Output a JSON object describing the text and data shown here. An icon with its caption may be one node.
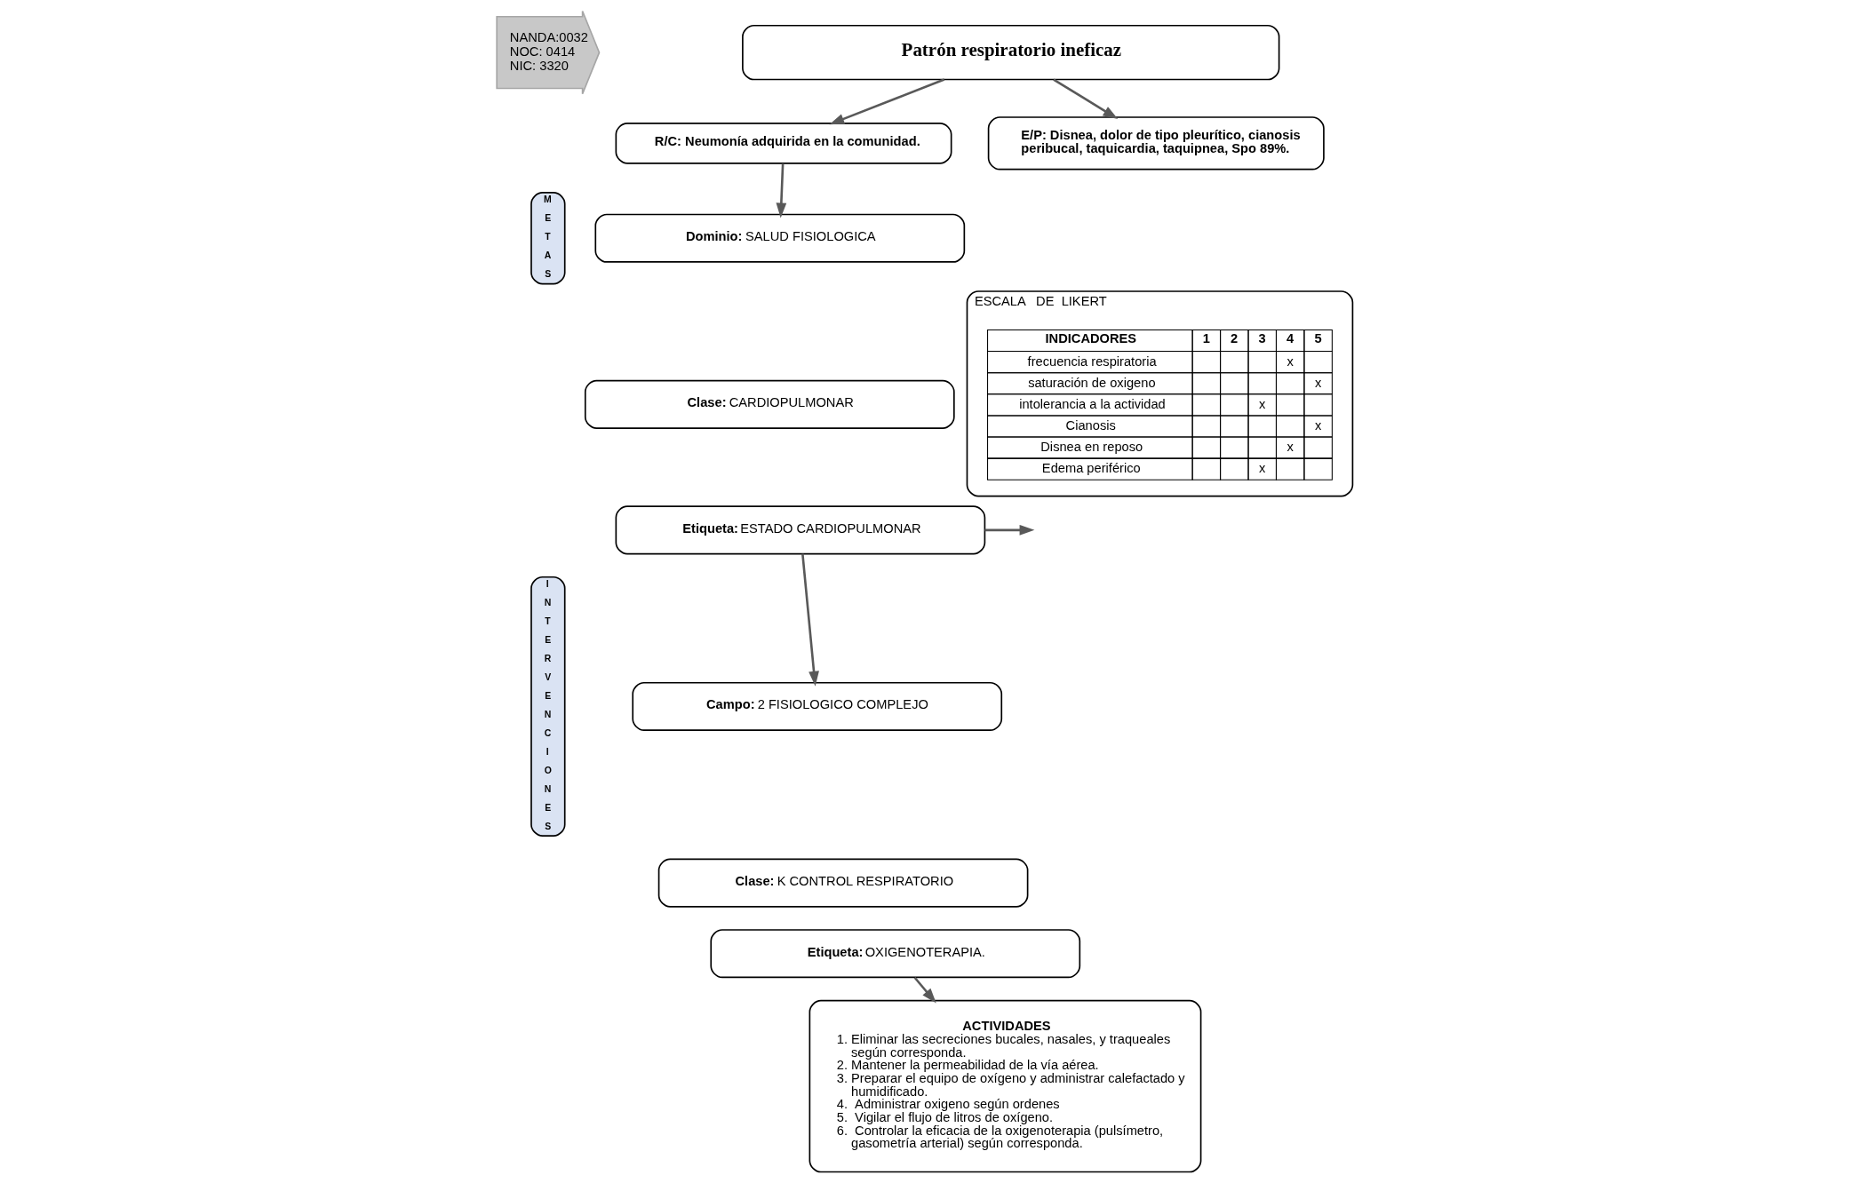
{
  "diagram": {
    "nodes": [
      {
        "text": [
          "NANDA:0032",
          "NOC: 0414",
          "NIC: 3320"
        ]
      },
      {
        "text": [
          "Patrón respiratorio ineficaz"
        ]
      },
      {
        "text": [
          "M E T A S"
        ]
      },
      {
        "text": [
          "R/C: Neumonía adquirida en la comunidad."
        ]
      },
      {
        "text": [
          "E/P: Disnea, dolor de tipo pleurítico, cianosis peribucal, taquicardia, taquipnea, Spo 89%."
        ]
      },
      {
        "text": [
          "ESCALA   DE  LIKERT"
        ]
      },
      {
        "text": [
          "**Dominio:** SALUD FISIOLOGICA"
        ]
      },
      {
        "text": [
          "**Clase:** CARDIOPULMONAR"
        ]
      },
      {
        "text": [
          "**Etiqueta:** ESTADO CARDIOPULMONAR"
        ]
      },
      {
        "text": [
          "I N T E R V E N C I O N E S"
        ]
      },
      {
        "text": [
          "**Campo:** 2 FISIOLOGICO COMPLEJO"
        ]
      },
      {
        "text": [
          "**Clase:** K CONTROL RESPIRATORIO"
        ]
      },
      {
        "text": [
          "**Etiqueta:** OXIGENOTERAPIA."
        ]
      },
      {
        "text": [
          "ACTIVIDADES",
          "1. Eliminar las secreciones bucales, nasales, y traqueales según corresponda.",
          "2. Mantener la permeabilidad de la vía aérea.",
          "3. Preparar el equipo de oxígeno y administrar calefactado y humidificado.",
          "4.  Administrar oxigeno según ordenes",
          "5.  Vigilar el flujo de litros de oxígeno.",
          "6.  Controlar la eficacia de la oxigenoterapia (pulsímetro, gasometría arterial) según corresponda."
        ]
      }
    ],
    "edges": [
      {
        "from": 1,
        "to": 3,
        "arrow": "to"
      },
      {
        "from": 1,
        "to": 4,
        "arrow": "to"
      },
      {
        "from": 3,
        "to": 6,
        "arrow": "to"
      },
      {
        "from": 8,
        "to": 10,
        "arrow": "to"
      },
      {
        "from": 8,
        "to": null,
        "arrow": "to"
      },
      {
        "from": 12,
        "to": 13,
        "arrow": "to"
      }
    ],
    "labels": [
      "INDICADORES",
      "1",
      "2",
      "3",
      "4",
      "5",
      "frecuencia respiratoria",
      "x",
      "saturación de oxigeno",
      "x",
      "intolerancia a la actividad",
      "x",
      "Cianosis",
      "x",
      "Disnea en reposo",
      "x",
      "Edema periférico",
      "x"
    ]
  }
}
